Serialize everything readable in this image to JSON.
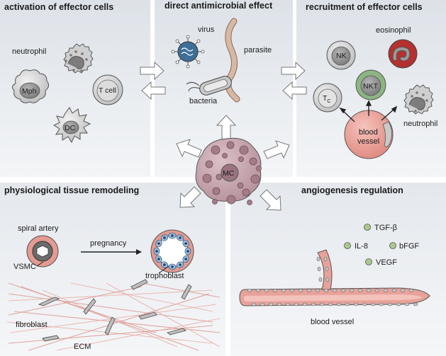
{
  "panels": {
    "activation": {
      "title": "activation of effector cells",
      "neutrophil": "neutrophil",
      "mph": "Mph",
      "tcell": "T cell",
      "dc": "DC"
    },
    "antimicrobial": {
      "title": "direct antimicrobial effect",
      "virus": "virus",
      "parasite": "parasite",
      "bacteria": "bacteria"
    },
    "recruitment": {
      "title": "recruitment of effector cells",
      "eosinophil": "eosinophil",
      "nk": "NK",
      "nkt": "NKT",
      "tc_main": "T",
      "tc_sub": "C",
      "neutrophil": "neutrophil",
      "blood_vessel_line1": "blood",
      "blood_vessel_line2": "vessel"
    },
    "remodeling": {
      "title": "physiological tissue remodeling",
      "spiral_artery": "spiral artery",
      "pregnancy": "pregnancy",
      "vsmc": "VSMC",
      "trophoblast": "trophoblast",
      "fibroblast": "fibroblast",
      "ecm": "ECM"
    },
    "angiogenesis": {
      "title": "angiogenesis regulation",
      "factors": [
        "TGF-β",
        "IL-8",
        "bFGF",
        "VEGF"
      ],
      "blood_vessel": "blood vessel"
    }
  },
  "center": {
    "label": "MC"
  },
  "colors": {
    "panel_top": "#dfe4ea",
    "panel_bottom": "#f1f3f6",
    "mast_cell": "#c9a9b3",
    "granule": "#a07882",
    "vessel": "#e8a29a",
    "nkt_ring": "#8eb784",
    "eosinophil": "#b73333",
    "factor_dot": "#a9c98c",
    "arrow_fill": "#ffffff"
  }
}
